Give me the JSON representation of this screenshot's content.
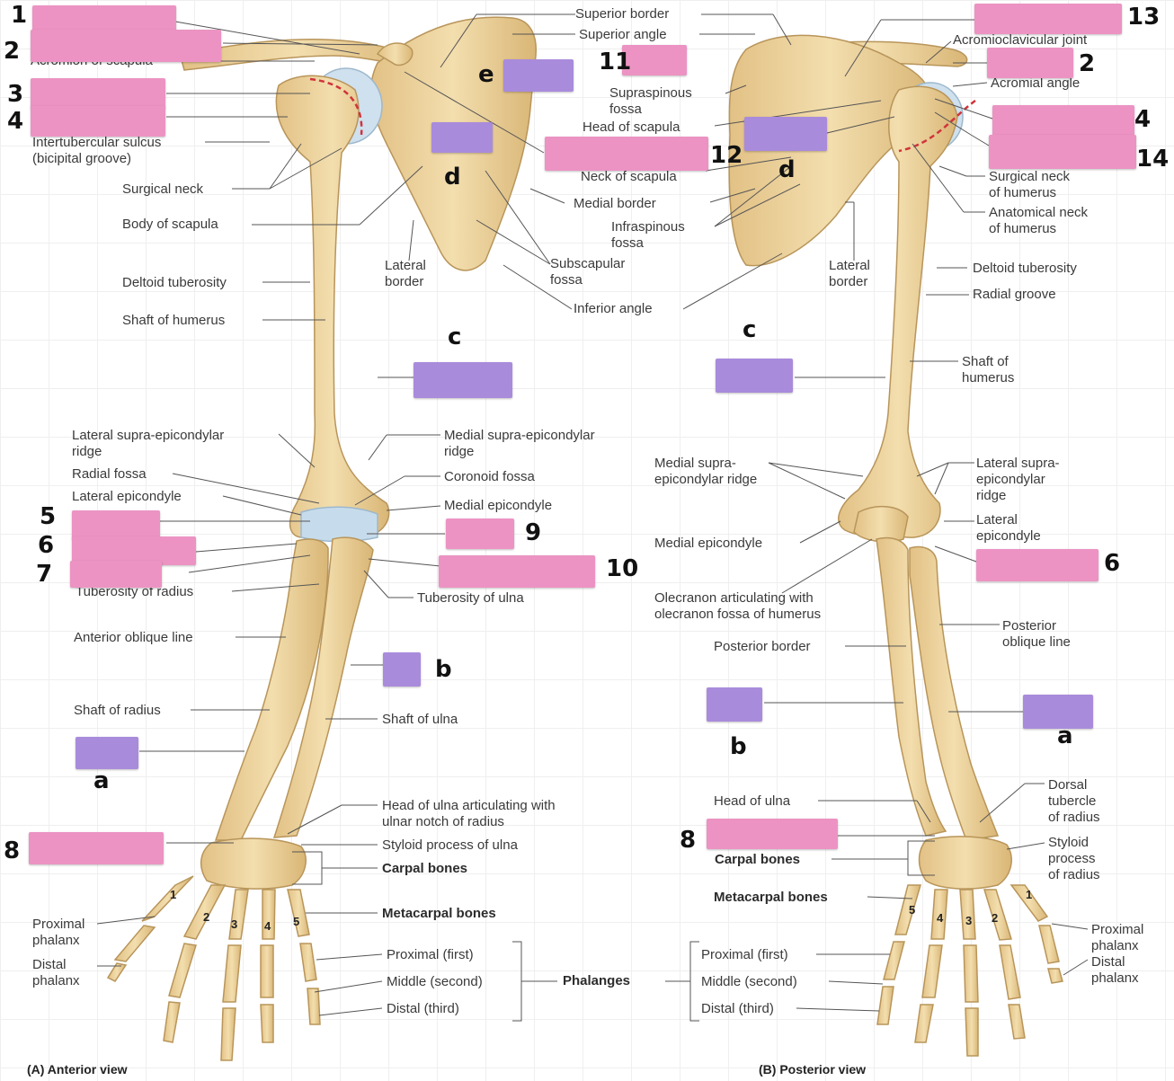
{
  "colors": {
    "pink_cover": "#ec93c3",
    "purple_cover": "#a98bdc",
    "bone": "#ecd39c",
    "bone_shadow": "#c9a86a",
    "cartilage": "#bcd6ea",
    "leader": "#555555",
    "dashed_neck": "#d0343c"
  },
  "anterior": {
    "caption": "(A) Anterior view",
    "labels": {
      "acromion": "Acromion of scapula",
      "intertubercular": "Intertubercular sulcus\n(bicipital groove)",
      "surgical_neck": "Surgical neck",
      "body_scapula": "Body of scapula",
      "deltoid": "Deltoid tuberosity",
      "shaft_humerus": "Shaft of humerus",
      "lat_supra": "Lateral supra-epicondylar\nridge",
      "radial_fossa": "Radial fossa",
      "lat_epi": "Lateral epicondyle",
      "tub_radius": "Tuberosity of radius",
      "ant_oblique": "Anterior oblique line",
      "shaft_radius": "Shaft of radius",
      "prox_phalanx": "Proximal\nphalanx",
      "dist_phalanx": "Distal\nphalanx",
      "superior_border": "Superior border",
      "superior_angle": "Superior angle",
      "neck_scapula": "Neck of scapula",
      "medial_border": "Medial border",
      "lateral_border": "Lateral\nborder",
      "subscapular": "Subscapular\nfossa",
      "inferior_angle": "Inferior angle",
      "med_supra": "Medial supra-epicondylar\nridge",
      "coronoid_fossa": "Coronoid fossa",
      "med_epi": "Medial epicondyle",
      "tub_ulna": "Tuberosity of ulna",
      "shaft_ulna": "Shaft of ulna",
      "head_ulna": "Head of ulna articulating with\nulnar notch of radius",
      "styloid_ulna": "Styloid process of ulna",
      "carpal": "Carpal bones",
      "metacarpal": "Metacarpal bones",
      "prox_first": "Proximal (first)",
      "mid_second": "Middle (second)",
      "dist_third": "Distal (third)",
      "phalanges": "Phalanges"
    }
  },
  "posterior": {
    "caption": "(B) Posterior view",
    "labels": {
      "supraspinous": "Supraspinous\nfossa",
      "head_scapula": "Head of scapula",
      "infraspinous": "Infraspinous\nfossa",
      "ac_joint": "Acromioclavicular joint",
      "acromial_angle": "Acromial angle",
      "surgical_neck": "Surgical neck\nof humerus",
      "anatomical_neck": "Anatomical neck\nof humerus",
      "lateral_border": "Lateral\nborder",
      "deltoid": "Deltoid tuberosity",
      "radial_groove": "Radial groove",
      "shaft_humerus": "Shaft of\nhumerus",
      "med_supra": "Medial supra-\nepicondylar ridge",
      "lat_supra": "Lateral supra-\nepicondylar\nridge",
      "lat_epi": "Lateral\nepicondyle",
      "med_epi": "Medial epicondyle",
      "olecranon": "Olecranon articulating with\nolecranon fossa of humerus",
      "post_border": "Posterior border",
      "post_oblique": "Posterior\noblique line",
      "head_ulna": "Head of ulna",
      "dorsal_tubercle": "Dorsal\ntubercle\nof radius",
      "styloid_radius": "Styloid\nprocess\nof radius",
      "carpal": "Carpal bones",
      "metacarpal": "Metacarpal bones",
      "prox_first": "Proximal (first)",
      "mid_second": "Middle (second)",
      "dist_third": "Distal (third)",
      "prox_phalanx": "Proximal\nphalanx",
      "dist_phalanx": "Distal\nphalanx"
    }
  },
  "digits_anterior": [
    "1",
    "2",
    "3",
    "4",
    "5"
  ],
  "digits_posterior": [
    "5",
    "4",
    "3",
    "2",
    "1"
  ],
  "handwritten": {
    "n1": "1",
    "n2": "2",
    "n3": "3",
    "n4": "4",
    "n5": "5",
    "n6": "6",
    "n7": "7",
    "n8": "8",
    "n9": "9",
    "n10": "10",
    "n11": "11",
    "n12": "12",
    "n13": "13",
    "n14": "14",
    "la": "a",
    "lb": "b",
    "lc": "c",
    "ld": "d",
    "le": "e"
  }
}
